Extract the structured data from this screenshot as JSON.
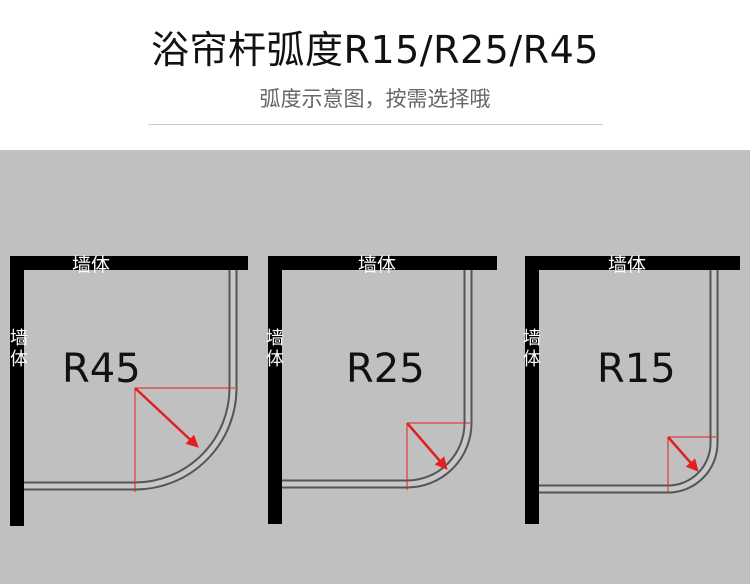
{
  "header": {
    "title": "浴帘杆弧度R15/R25/R45",
    "subtitle": "弧度示意图，按需选择哦"
  },
  "diagrams": [
    {
      "radius_label": "R45",
      "wall_top_label": "墙体",
      "wall_side_label": "墙体"
    },
    {
      "radius_label": "R25",
      "wall_top_label": "墙体",
      "wall_side_label": "墙体"
    },
    {
      "radius_label": "R15",
      "wall_top_label": "墙体",
      "wall_side_label": "墙体"
    }
  ],
  "colors": {
    "panel_bg": "#c0c0c0",
    "wall": "#000000",
    "rod": "#555555",
    "indicator": "#e32020"
  }
}
